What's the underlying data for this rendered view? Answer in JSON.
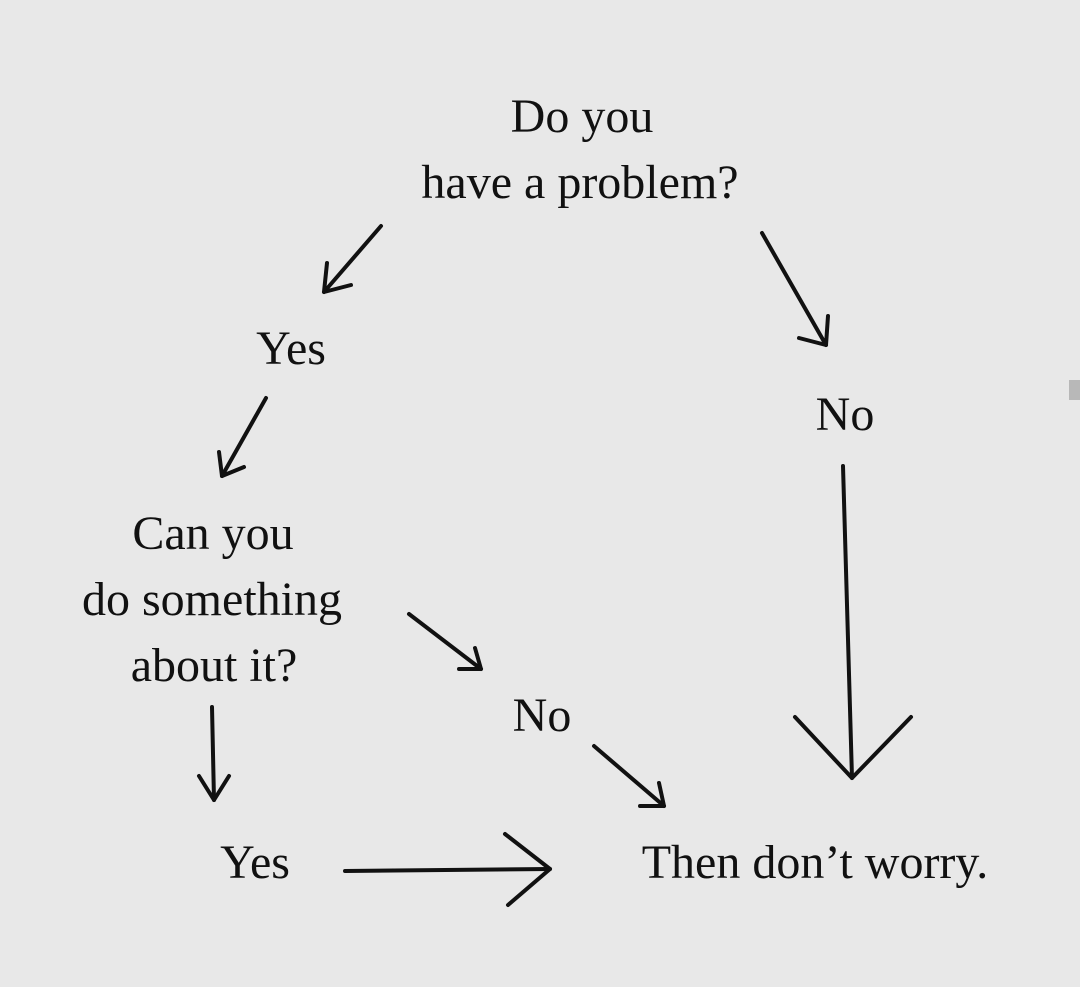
{
  "colors": {
    "background": "#e8e8e8",
    "ink": "#111111",
    "edge_mark": "#b8b8b8"
  },
  "nodes": {
    "question_problem": [
      "Do you",
      "have a problem?"
    ],
    "answer_yes_top": "Yes",
    "answer_no_right": "No",
    "question_can_do": [
      "Can you",
      "do something",
      "about it?"
    ],
    "answer_no_middle": "No",
    "answer_yes_bottom": "Yes",
    "conclusion": "Then don’t worry."
  }
}
